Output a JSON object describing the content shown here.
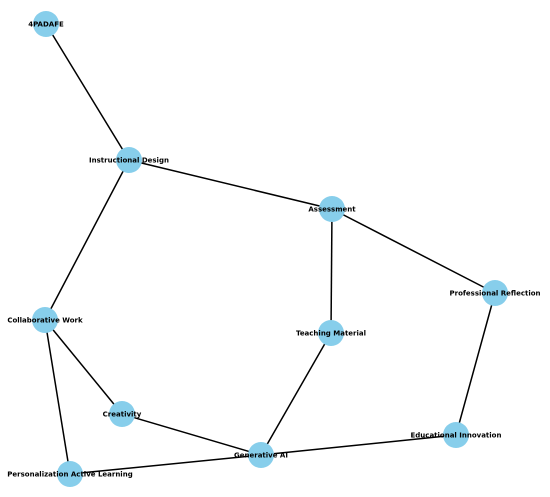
{
  "graph": {
    "node_color": "#87CEEB",
    "edge_color": "#000000",
    "nodes": [
      {
        "id": "4PADAFE",
        "label": "4PADAFE"
      },
      {
        "id": "Instructional Design",
        "label": "Instructional Design"
      },
      {
        "id": "Assessment",
        "label": "Assessment"
      },
      {
        "id": "Professional Reflection",
        "label": "Professional Reflection"
      },
      {
        "id": "Collaborative Work",
        "label": "Collaborative Work"
      },
      {
        "id": "Teaching Material",
        "label": "Teaching Material"
      },
      {
        "id": "Creativity",
        "label": "Creativity"
      },
      {
        "id": "Educational Innovation",
        "label": "Educational Innovation"
      },
      {
        "id": "Generative AI",
        "label": "Generative AI"
      },
      {
        "id": "Personalization Active Learning",
        "label": "Personalization Active Learning"
      }
    ],
    "edges": [
      {
        "source": "4PADAFE",
        "target": "Instructional Design"
      },
      {
        "source": "Instructional Design",
        "target": "Assessment"
      },
      {
        "source": "Instructional Design",
        "target": "Collaborative Work"
      },
      {
        "source": "Assessment",
        "target": "Teaching Material"
      },
      {
        "source": "Assessment",
        "target": "Professional Reflection"
      },
      {
        "source": "Professional Reflection",
        "target": "Educational Innovation"
      },
      {
        "source": "Collaborative Work",
        "target": "Creativity"
      },
      {
        "source": "Collaborative Work",
        "target": "Personalization Active Learning"
      },
      {
        "source": "Teaching Material",
        "target": "Generative AI"
      },
      {
        "source": "Creativity",
        "target": "Generative AI"
      },
      {
        "source": "Generative AI",
        "target": "Educational Innovation"
      },
      {
        "source": "Generative AI",
        "target": "Personalization Active Learning"
      }
    ]
  }
}
